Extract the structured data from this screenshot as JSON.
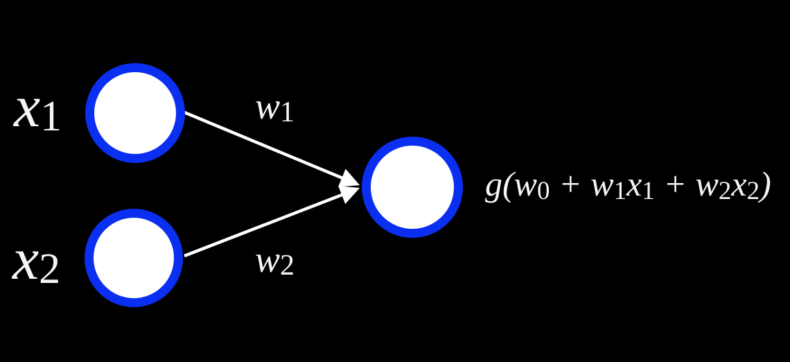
{
  "colors": {
    "background": "#000000",
    "node_fill": "#ffffff",
    "node_border": "#0a2ff0",
    "arrow": "#ffffff",
    "text": "#f5f5f5"
  },
  "diagram": {
    "type": "neural-network-unit",
    "input_nodes": [
      {
        "label_base": "x",
        "label_sub": "1"
      },
      {
        "label_base": "x",
        "label_sub": "2"
      }
    ],
    "edges": [
      {
        "label_base": "w",
        "label_sub": "1"
      },
      {
        "label_base": "w",
        "label_sub": "2"
      }
    ],
    "output_formula": {
      "parts": [
        {
          "base": "g(w",
          "sub": "0"
        },
        {
          "base": " + w",
          "sub": "1"
        },
        {
          "base": "x",
          "sub": "1"
        },
        {
          "base": " + w",
          "sub": "2"
        },
        {
          "base": "x",
          "sub": "2"
        },
        {
          "base": ")",
          "sub": ""
        }
      ]
    }
  }
}
